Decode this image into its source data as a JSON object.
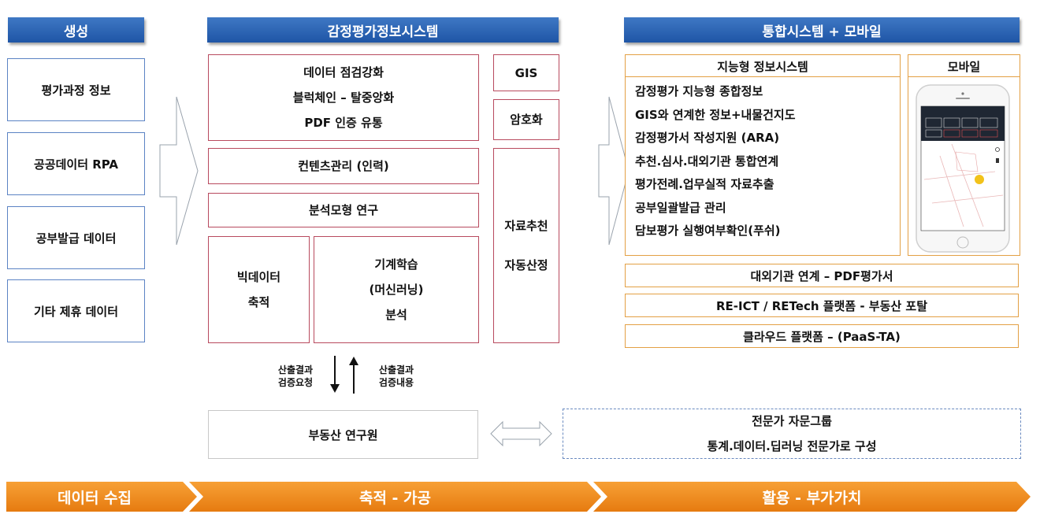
{
  "headers": {
    "generate": "생성",
    "system": "감정평가정보시스템",
    "integration": "통합시스템 + 모바일"
  },
  "sources": [
    "평가과정 정보",
    "공공데이터 RPA",
    "공부발급 데이터",
    "기타 제휴 데이터"
  ],
  "center": {
    "top_box": [
      "데이터 점검강화",
      "블럭체인 – 탈중앙화",
      "PDF 인증 유통"
    ],
    "contents": "컨텐츠관리 (인력)",
    "analysis": "분석모형 연구",
    "bigdata": [
      "빅데이터",
      "축적"
    ],
    "ml": [
      "기계학습",
      "(머신러닝)",
      "분석"
    ],
    "gis": "GIS",
    "crypto": "암호화",
    "recommend": [
      "자료추천",
      "자동산정"
    ]
  },
  "right": {
    "intelligent_title": "지능형 정보시스템",
    "mobile_title": "모바일",
    "items": [
      "감정평가 지능형 종합정보",
      "GIS와 연계한 정보+내물건지도",
      "감정평가서 작성지원 (ARA)",
      "추천.심사.대외기관 통합연계",
      "평가전례.업무실적 자료추출",
      "공부일괄발급 관리",
      "담보평가 실행여부확인(푸쉬)"
    ],
    "external": "대외기관 연계 – PDF평가서",
    "platform": "RE-ICT / RETech 플랫폼 - 부동산 포탈",
    "cloud": "클라우드 플랫폼 – (PaaS-TA)"
  },
  "arrows": {
    "down_label": [
      "산출결과",
      "검증요청"
    ],
    "up_label": [
      "산출결과",
      "검증내용"
    ]
  },
  "institute": "부동산 연구원",
  "expert": [
    "전문가 자문그룹",
    "통계.데이터.딥러닝 전문가로 구성"
  ],
  "bands": [
    "데이터 수집",
    "축적 - 가공",
    "활용 - 부가가치"
  ],
  "colors": {
    "header_blue": "#2a62b3",
    "orange": "#f08a1c",
    "red_border": "#b84a5e",
    "blue_border": "#5b83c4",
    "orange_border": "#e3a044"
  }
}
